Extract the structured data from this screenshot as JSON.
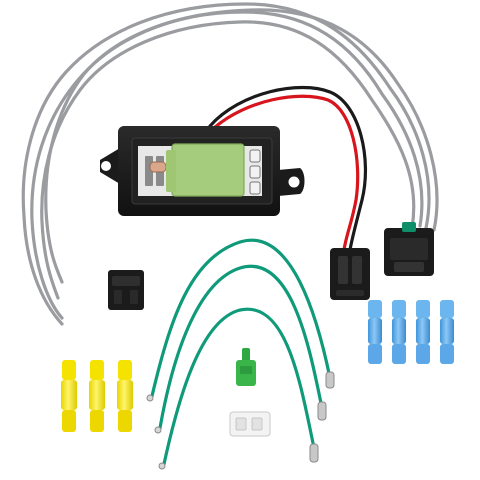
{
  "photo": {
    "background": "#ffffff",
    "colors": {
      "gray_wire": "#9a9ca0",
      "red_wire": "#d8141c",
      "black_wire": "#1a1a1a",
      "green_wire": "#0f9a7a",
      "resistor_green": "#a5cc7c",
      "housing": "#1b1b1b",
      "blue_connector": "#56a9ea",
      "yellow_connector": "#f4e300",
      "green_clip": "#39b54a"
    },
    "parts": [
      {
        "name": "gray-wire-pigtail",
        "count": 4
      },
      {
        "name": "blower-motor-resistor",
        "count": 1
      },
      {
        "name": "harness-connector",
        "count": 2
      },
      {
        "name": "green-wire-jumper",
        "count": 3
      },
      {
        "name": "black-terminal-plug",
        "count": 1
      },
      {
        "name": "blue-butt-connector",
        "count": 4
      },
      {
        "name": "yellow-butt-connector",
        "count": 3
      },
      {
        "name": "green-clip",
        "count": 1
      },
      {
        "name": "white-clip",
        "count": 1
      }
    ]
  }
}
